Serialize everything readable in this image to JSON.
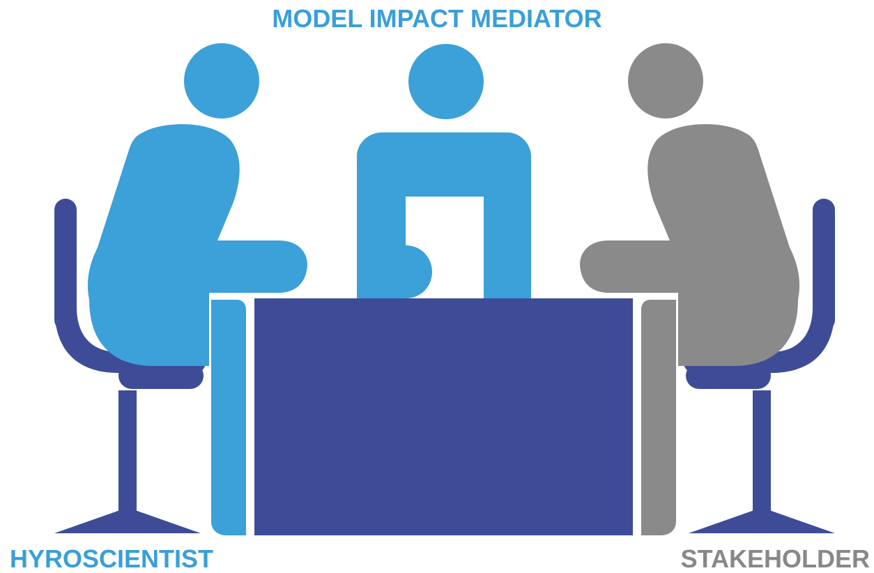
{
  "labels": {
    "mediator": "MODEL IMPACT MEDIATOR",
    "scientist": "HYROSCIENTIST",
    "stakeholder": "STAKEHOLDER"
  },
  "colors": {
    "scientist": "#3ca0d9",
    "mediator": "#3ca0d9",
    "stakeholder": "#8a8a8a",
    "furniture": "#3e4c98",
    "background": "#ffffff"
  },
  "icons": {
    "scientist": "seated-person-icon",
    "mediator": "standing-person-icon",
    "stakeholder": "seated-person-icon",
    "table": "table-icon",
    "chairs": "chair-icon"
  }
}
